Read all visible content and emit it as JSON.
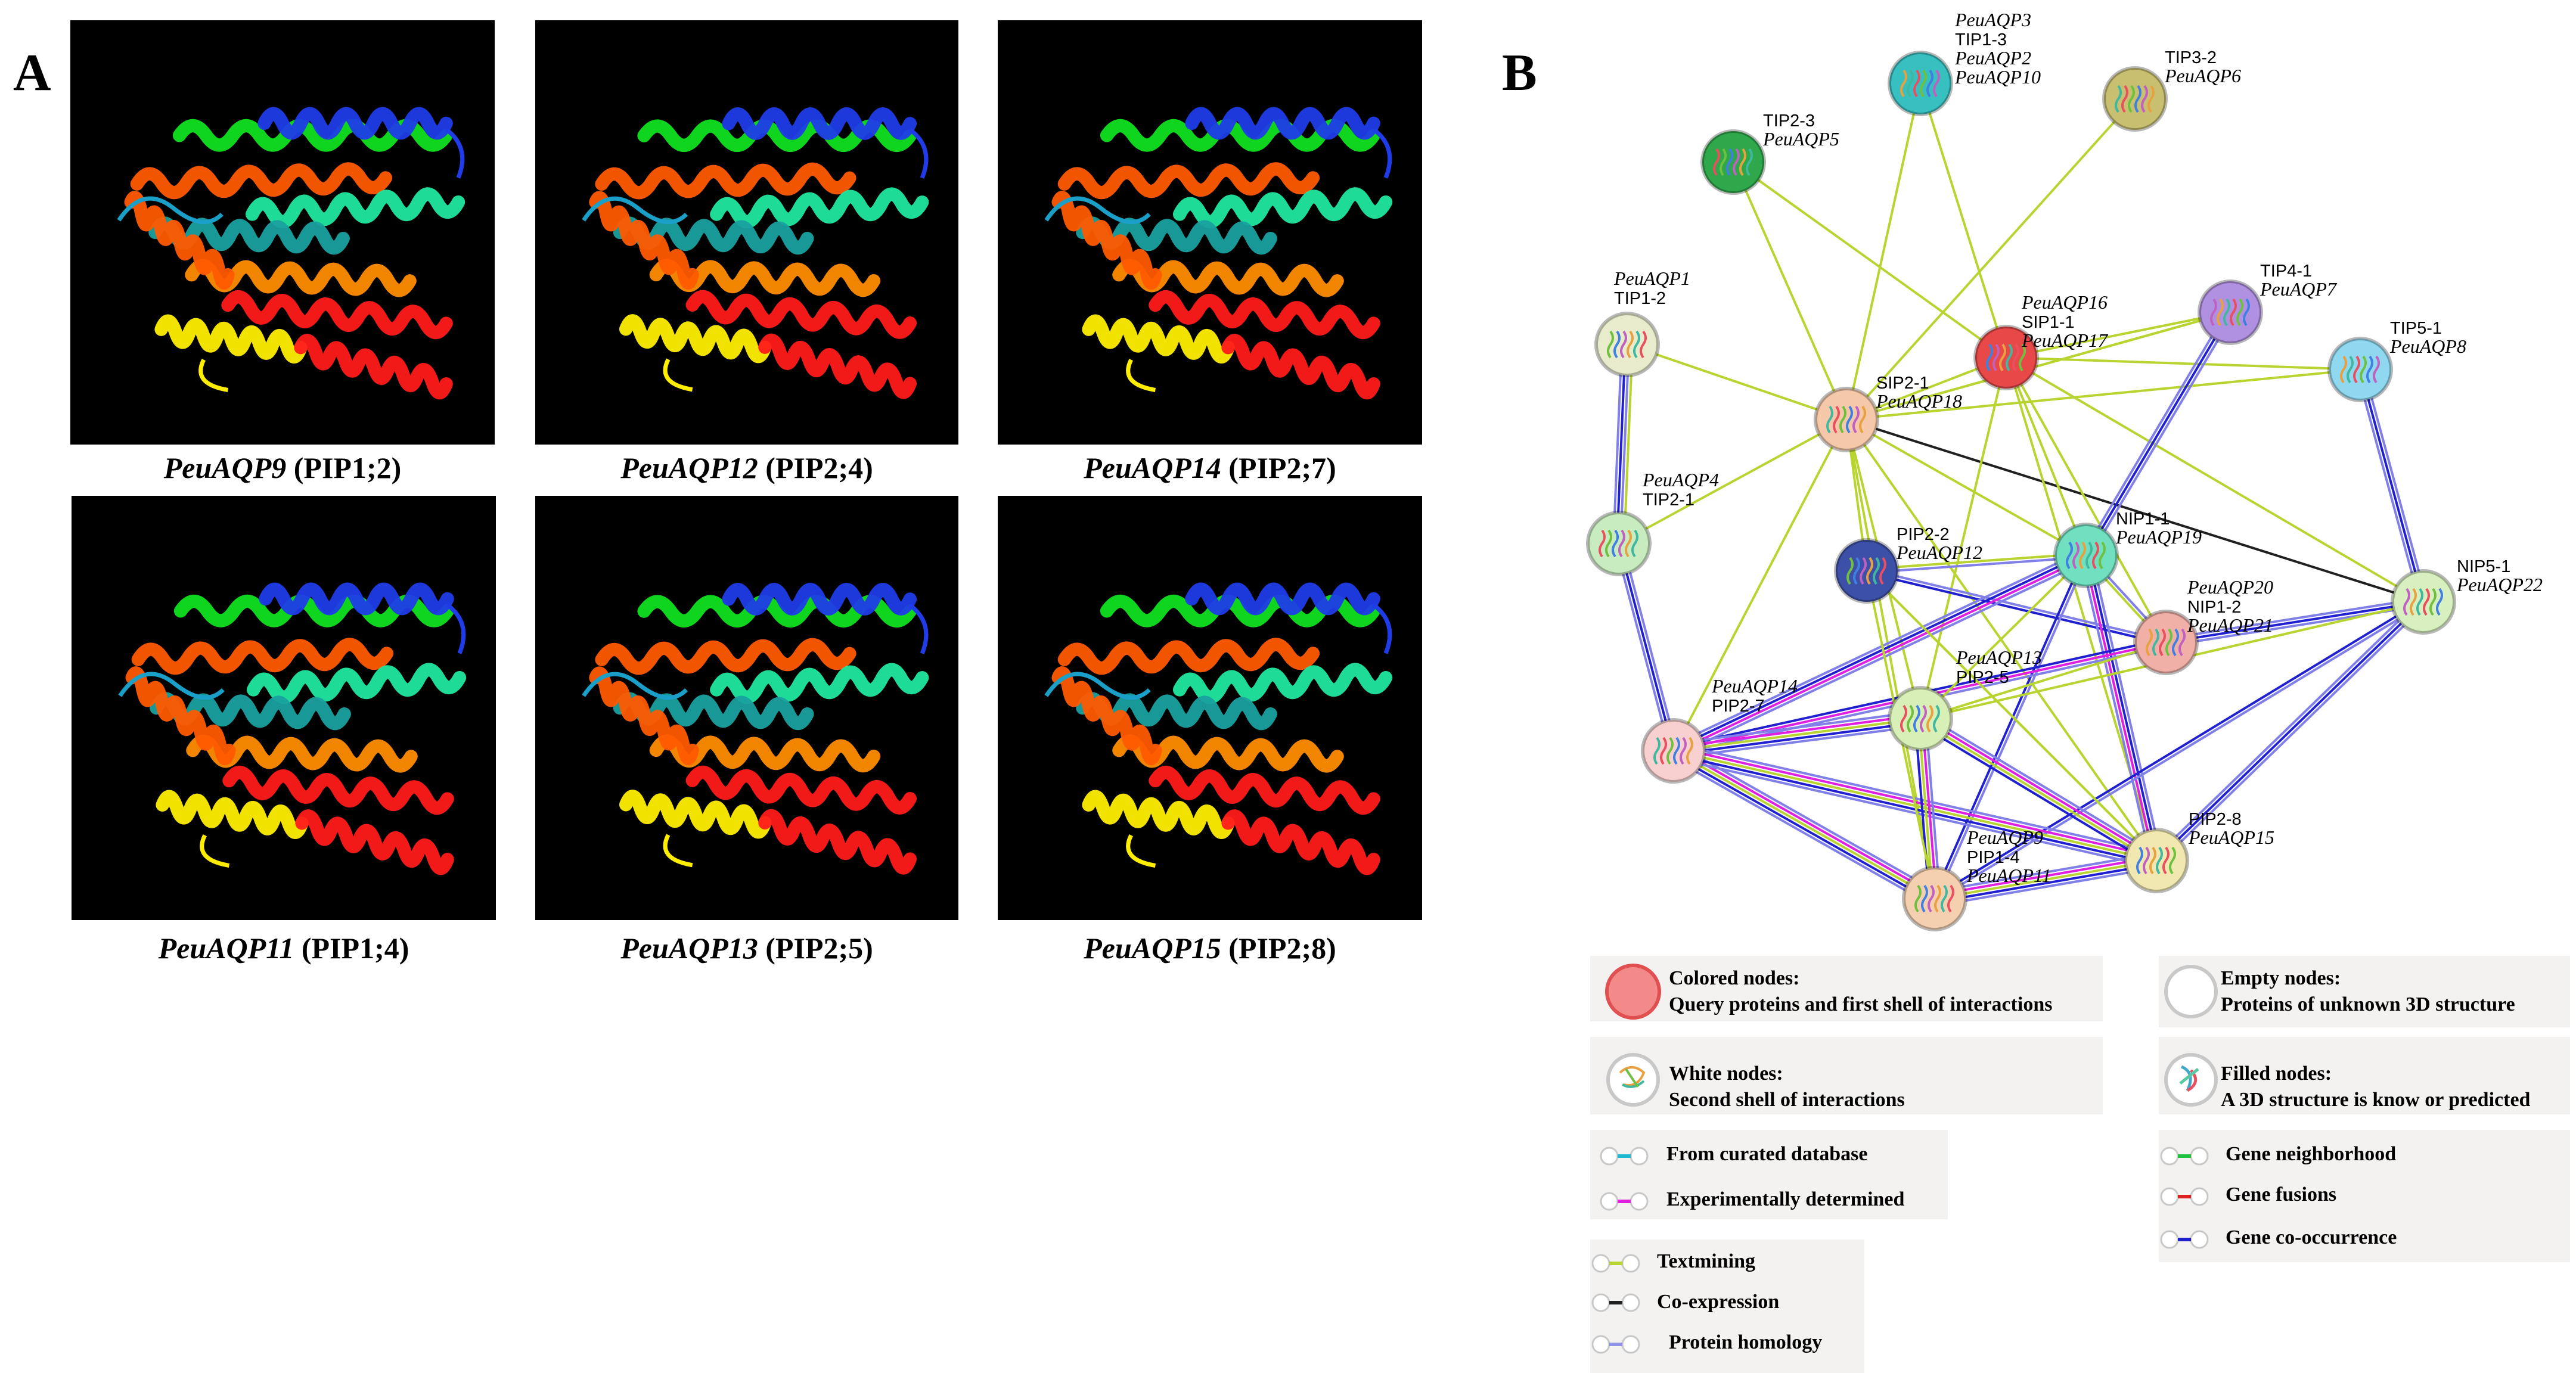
{
  "panels": {
    "a_label": "A",
    "b_label": "B"
  },
  "structures": [
    {
      "gene": "PeuAQP9",
      "sub": " (PIP1;2)"
    },
    {
      "gene": "PeuAQP12",
      "sub": " (PIP2;4)"
    },
    {
      "gene": "PeuAQP14",
      "sub": " (PIP2;7)"
    },
    {
      "gene": "PeuAQP11",
      "sub": " (PIP1;4)"
    },
    {
      "gene": "PeuAQP13",
      "sub": " (PIP2;5)"
    },
    {
      "gene": "PeuAQP15",
      "sub": " (PIP2;8)"
    }
  ],
  "network": {
    "nodes": [
      {
        "id": "tip13",
        "l1": "PeuAQP3",
        "l1i": true,
        "l2": "TIP1-3",
        "l2i": false,
        "l3": "PeuAQP2",
        "l4": "PeuAQP10",
        "color": "#38c0c0"
      },
      {
        "id": "tip32",
        "l1": "TIP3-2",
        "l1i": false,
        "l2": "PeuAQP6",
        "l2i": true,
        "color": "#c8c070"
      },
      {
        "id": "tip23",
        "l1": "TIP2-3",
        "l1i": false,
        "l2": "PeuAQP5",
        "l2i": true,
        "color": "#2ea84a"
      },
      {
        "id": "tip12",
        "l1": "PeuAQP1",
        "l1i": true,
        "l2": "TIP1-2",
        "l2i": false,
        "color": "#e8eccc"
      },
      {
        "id": "sip11",
        "l1": "PeuAQP16",
        "l1i": true,
        "l2": "SIP1-1",
        "l2i": false,
        "l3": "PeuAQP17",
        "color": "#e84848"
      },
      {
        "id": "tip41",
        "l1": "TIP4-1",
        "l1i": false,
        "l2": "PeuAQP7",
        "l2i": true,
        "color": "#b090e0"
      },
      {
        "id": "tip51",
        "l1": "TIP5-1",
        "l1i": false,
        "l2": "PeuAQP8",
        "l2i": true,
        "color": "#90d8f0"
      },
      {
        "id": "sip21",
        "l1": "SIP2-1",
        "l1i": false,
        "l2": "PeuAQP18",
        "l2i": true,
        "color": "#f4c8a8"
      },
      {
        "id": "tip21",
        "l1": "PeuAQP4",
        "l1i": true,
        "l2": "TIP2-1",
        "l2i": false,
        "color": "#c8ecc0"
      },
      {
        "id": "pip22",
        "l1": "PIP2-2",
        "l1i": false,
        "l2": "PeuAQP12",
        "l2i": true,
        "color": "#3c50a8"
      },
      {
        "id": "nip11",
        "l1": "NIP1-1",
        "l1i": false,
        "l2": "PeuAQP19",
        "l2i": true,
        "color": "#70e0c0"
      },
      {
        "id": "nip51",
        "l1": "NIP5-1",
        "l1i": false,
        "l2": "PeuAQP22",
        "l2i": true,
        "color": "#d8f0c0"
      },
      {
        "id": "nip12",
        "l1": "PeuAQP20",
        "l1i": true,
        "l2": "NIP1-2",
        "l2i": false,
        "l3": "PeuAQP21",
        "color": "#f0b0a8"
      },
      {
        "id": "pip27",
        "l1": "PeuAQP14",
        "l1i": true,
        "l2": "PIP2-7",
        "l2i": false,
        "color": "#f8d0d0"
      },
      {
        "id": "pip25",
        "l1": "PeuAQP13",
        "l1i": true,
        "l2": "PIP2-5",
        "l2i": false,
        "color": "#d8f0b8"
      },
      {
        "id": "pip14",
        "l1": "PeuAQP9",
        "l1i": true,
        "l2": "PIP1-4",
        "l2i": false,
        "l3": "PeuAQP11",
        "color": "#f4d0b0"
      },
      {
        "id": "pip28",
        "l1": "PIP2-8",
        "l1i": false,
        "l2": "PeuAQP15",
        "l2i": true,
        "color": "#f0e8b0"
      }
    ],
    "edge_colors": {
      "textmining": "#b8d430",
      "coexpression": "#202020",
      "homology": "#8080e8",
      "cooccurrence": "#2020d0",
      "experimental": "#e020e0",
      "curated": "#20b8d0"
    }
  },
  "legend": {
    "colored_title": "Colored nodes:",
    "colored_desc": "Query proteins and first shell of interactions",
    "white_title": "White nodes:",
    "white_desc": "Second shell of interactions",
    "empty_title": "Empty nodes:",
    "empty_desc": "Proteins of unknown 3D structure",
    "filled_title": "Filled nodes:",
    "filled_desc": "A 3D structure  is know or predicted",
    "curated": "From curated database",
    "experimental": "Experimentally determined",
    "textmining": "Textmining",
    "coexpression": "Co-expression",
    "homology": "Protein homology",
    "neighborhood": "Gene neighborhood",
    "fusions": "Gene fusions",
    "cooccurrence": "Gene co-occurrence",
    "colors": {
      "curated": "#20b8d0",
      "experimental": "#e020e0",
      "textmining": "#b8d430",
      "coexpression": "#202020",
      "homology": "#9090e8",
      "neighborhood": "#20c040",
      "fusions": "#e02020",
      "cooccurrence": "#2020d0"
    }
  }
}
